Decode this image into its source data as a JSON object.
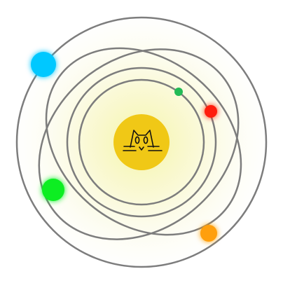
{
  "scene": {
    "background": "#ffffff",
    "glow": "#f6f5a8",
    "orbit_stroke": "#7d7d7d",
    "sun": {
      "color": "#f0c816",
      "icon": "cat-face-icon",
      "icon_stroke": "#111111"
    },
    "planets": [
      {
        "name": "cyan-planet",
        "color": "#00c8ff"
      },
      {
        "name": "green-planet",
        "color": "#11ee22"
      },
      {
        "name": "orange-planet",
        "color": "#ff9f0a"
      },
      {
        "name": "red-planet",
        "color": "#ff1a0a"
      },
      {
        "name": "small-green-planet",
        "color": "#22bb55"
      }
    ]
  }
}
